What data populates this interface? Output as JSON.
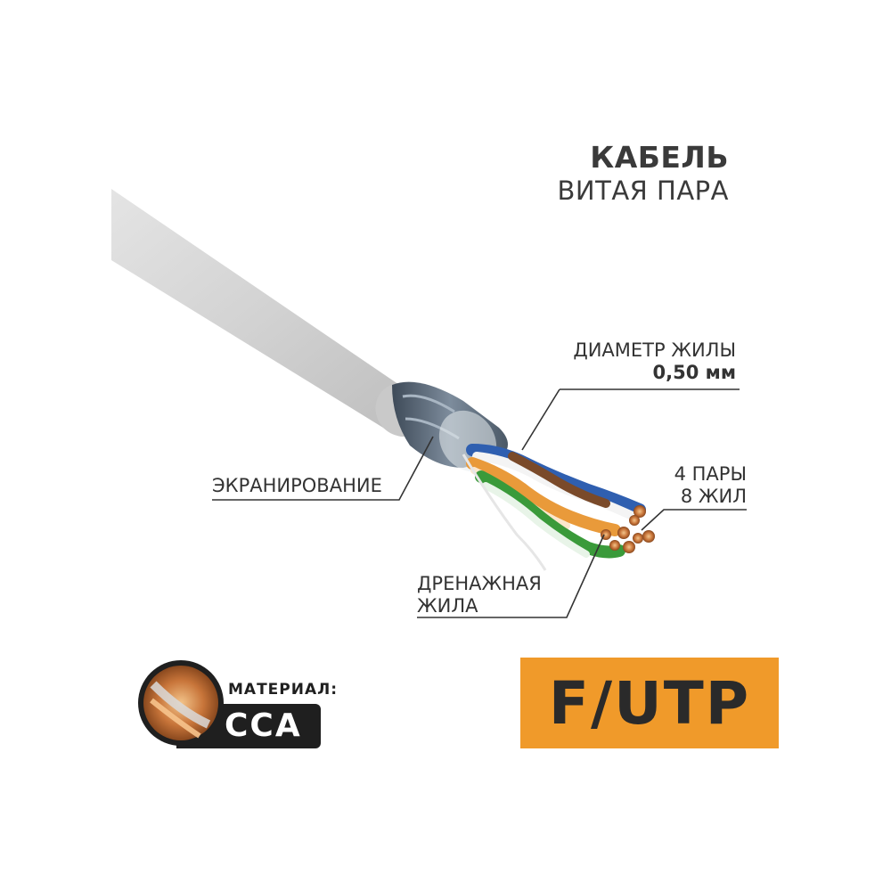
{
  "title": {
    "main": "КАБЕЛЬ",
    "sub": "ВИТАЯ ПАРА"
  },
  "callouts": {
    "diameter_label": "ДИАМЕТР ЖИЛЫ",
    "diameter_value": "0,50 мм",
    "shielding": "ЭКРАНИРОВАНИЕ",
    "pairs_line1": "4 ПАРЫ",
    "pairs_line2": "8 ЖИЛ",
    "drain_line1": "ДРЕНАЖНАЯ",
    "drain_line2": "ЖИЛА"
  },
  "material": {
    "label": "МАТЕРИАЛ:",
    "value": "CCA"
  },
  "cable_type": "F/UTP",
  "colors": {
    "accent": "#f09a2a",
    "jacket": "#d6d6d6",
    "shield": "#5a6a7a",
    "copper": "#c8753a",
    "text": "#333333"
  }
}
